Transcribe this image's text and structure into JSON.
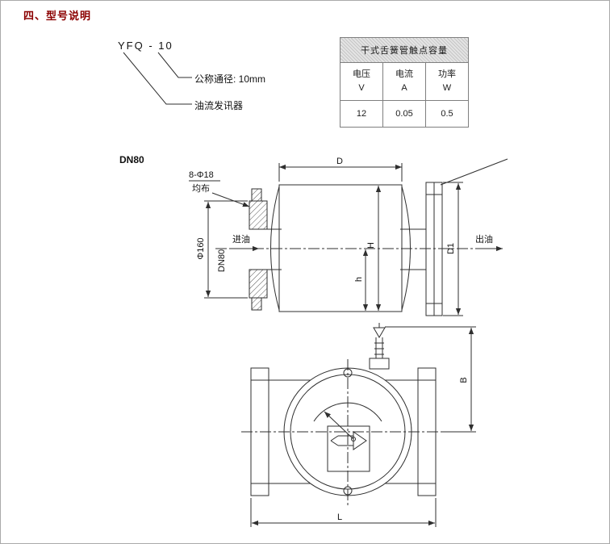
{
  "page": {
    "section_title": "四、型号说明"
  },
  "model_legend": {
    "code": "YFQ - 10",
    "diameter_label": "公称通径: 10mm",
    "device_label": "油流发讯器"
  },
  "spec_table": {
    "title": "干式舌簧管触点容量",
    "columns": [
      {
        "name": "电压",
        "unit": "V"
      },
      {
        "name": "电流",
        "unit": "A"
      },
      {
        "name": "功率",
        "unit": "W"
      }
    ],
    "values": [
      "12",
      "0.05",
      "0.5"
    ]
  },
  "drawing": {
    "size_label": "DN80",
    "side_view": {
      "holes_note": "8-Φ18",
      "holes_note2": "均布",
      "dim_d": "D",
      "dim_phi160": "Φ160",
      "dim_dn80": "DN80",
      "inlet_label": "进油",
      "outlet_label": "出油",
      "dim_H": "H",
      "dim_h": "h",
      "dim_d1": "D1"
    },
    "front_view": {
      "dim_b": "B",
      "dim_l": "L"
    }
  }
}
